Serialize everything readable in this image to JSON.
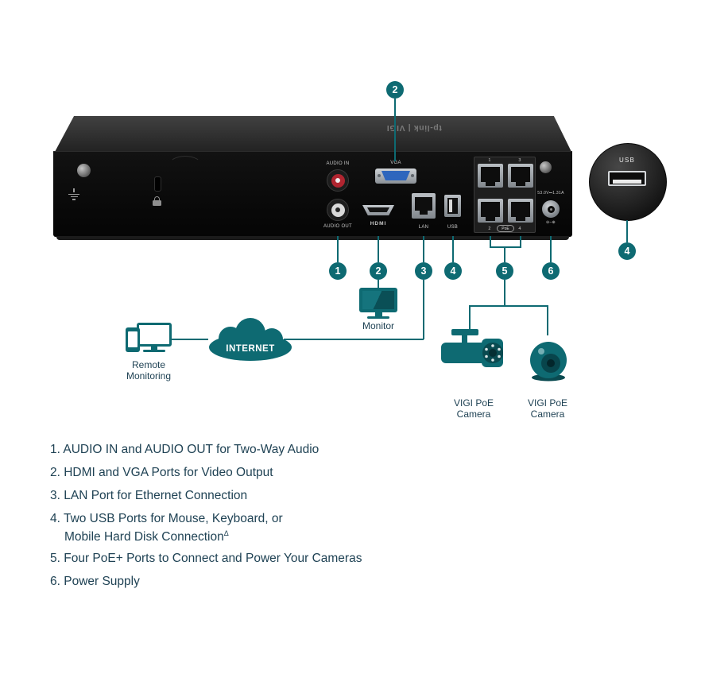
{
  "colors": {
    "accent": "#0E6A72",
    "text": "#1F4254",
    "vga_blue": "#2E66BD",
    "audio_in_red": "#B02530"
  },
  "device": {
    "brand": "tp-link | VIGI",
    "ports": {
      "audio_in": "AUDIO IN",
      "audio_out": "AUDIO OUT",
      "vga": "VGA",
      "hdmi": "HDMI",
      "lan": "LAN",
      "usb": "USB",
      "poe1": "1",
      "poe2": "2",
      "poe3": "3",
      "poe4": "4",
      "poe_label": "PoE",
      "power": "53.0V⎓1.31A",
      "power_polarity": "⊖–⊕"
    }
  },
  "usb_detail": {
    "label": "USB"
  },
  "callouts": {
    "c1": "1",
    "c2": "2",
    "c3": "3",
    "c4": "4",
    "c5": "5",
    "c6": "6"
  },
  "diagram": {
    "internet": "INTERNET",
    "monitor": "Monitor",
    "remote_line1": "Remote",
    "remote_line2": "Monitoring",
    "camera1_line1": "VIGI PoE",
    "camera1_line2": "Camera",
    "camera2_line1": "VIGI PoE",
    "camera2_line2": "Camera"
  },
  "icons": {
    "ground": "earth-ground",
    "lock": "kensington-lock",
    "cloud": "internet-cloud",
    "monitor": "display",
    "phone": "smartphone",
    "camera_bullet": "bullet-camera",
    "camera_dome": "dome-camera",
    "usb_port": "usb-a-port"
  },
  "legend": [
    {
      "text": "1. AUDIO IN and AUDIO OUT for Two-Way Audio"
    },
    {
      "text": "2. HDMI and VGA Ports for Video Output"
    },
    {
      "text": "3. LAN Port for Ethernet Connection"
    },
    {
      "text": "4. Two USB Ports for Mouse, Keyboard, or",
      "text2": "Mobile Hard Disk Connection",
      "sup": "Δ"
    },
    {
      "text": "5. Four PoE+ Ports to Connect and Power Your Cameras"
    },
    {
      "text": "6. Power Supply"
    }
  ]
}
